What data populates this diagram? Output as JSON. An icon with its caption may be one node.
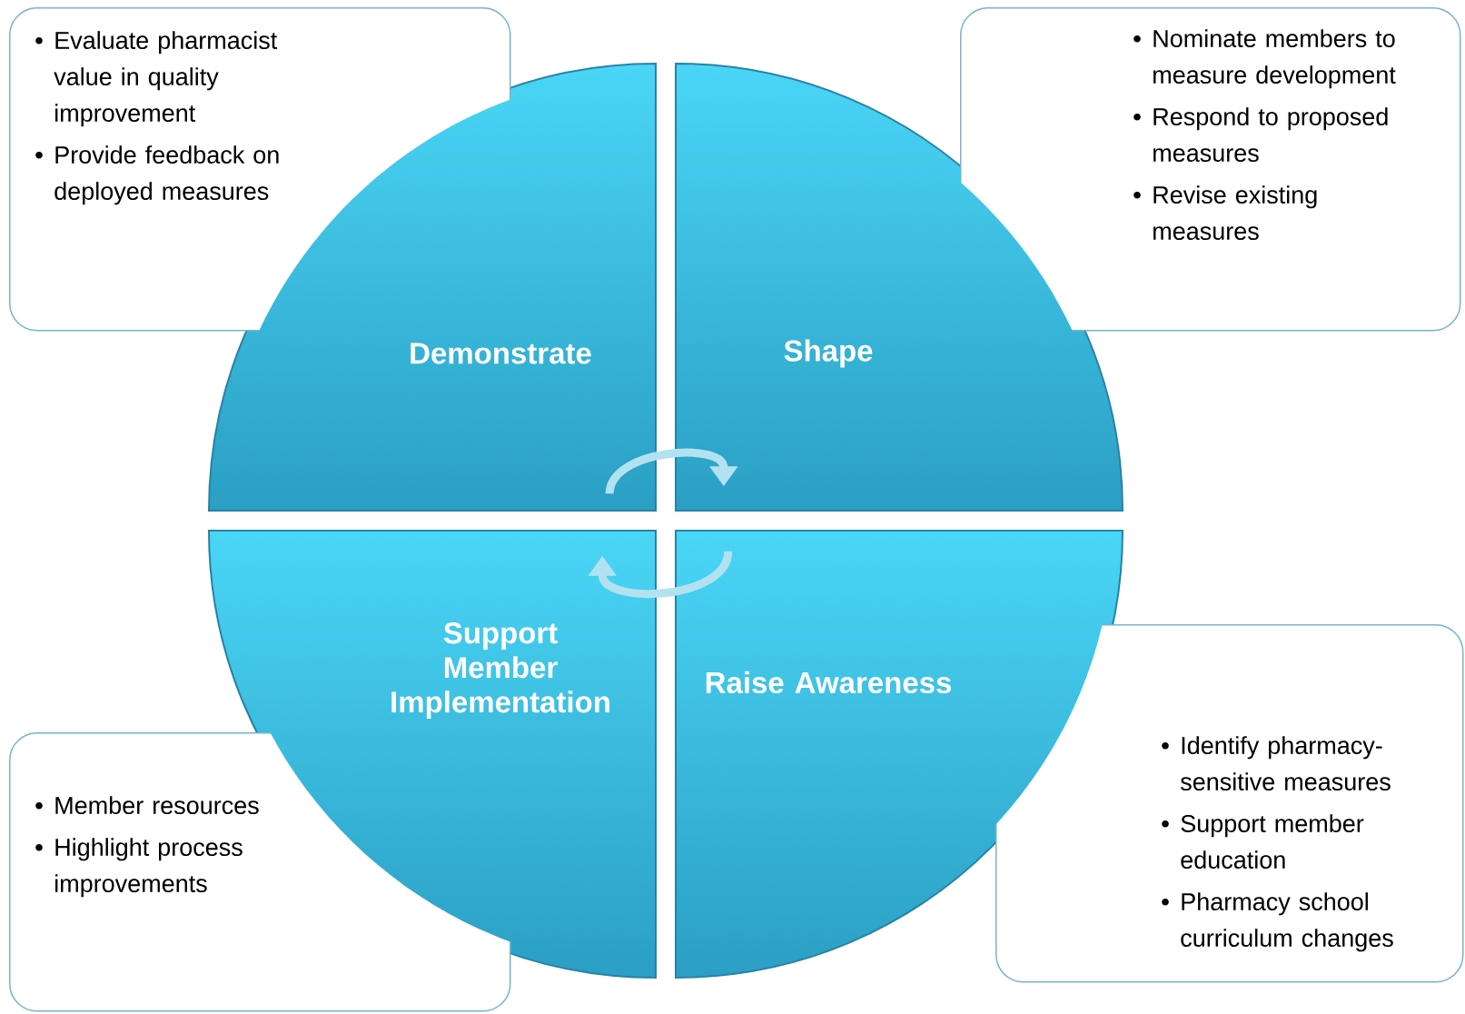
{
  "diagram": {
    "nodes": [
      {
        "text": [
          "Evaluate pharmacist value in quality improvement",
          "Provide feedback on deployed measures"
        ]
      },
      {
        "text": [
          "Nominate members to measure development",
          "Respond to proposed measures",
          "Revise existing measures"
        ]
      },
      {
        "text": [
          "Demonstrate"
        ]
      },
      {
        "text": [
          "Shape"
        ]
      },
      {
        "text": [
          "Support Member Implementation"
        ]
      },
      {
        "text": [
          "Raise Awareness"
        ]
      },
      {
        "text": [
          "Member resources",
          "Highlight process improvements"
        ]
      },
      {
        "text": [
          "Identify pharmacy-sensitive measures",
          "Support member education",
          "Pharmacy  school curriculum changes"
        ]
      }
    ],
    "edges": [
      {
        "from": 2,
        "to": 3,
        "arrow": "to"
      },
      {
        "from": 5,
        "to": 4,
        "arrow": "to"
      }
    ]
  }
}
